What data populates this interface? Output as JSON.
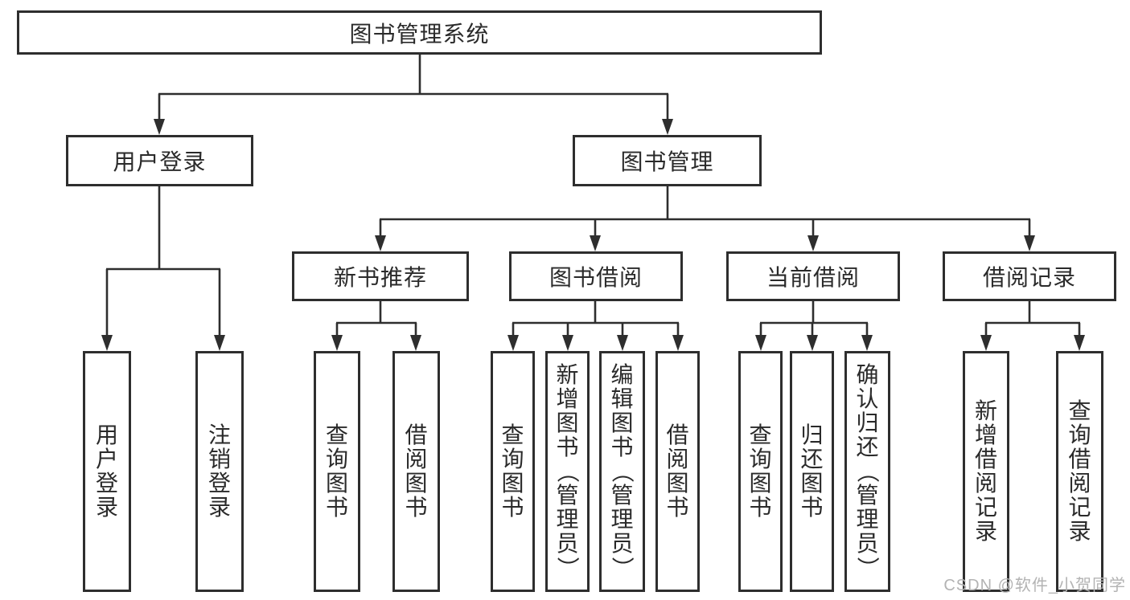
{
  "diagram": {
    "type": "hierarchy-tree",
    "title": "图书管理系统"
  },
  "tree": {
    "root": {
      "label": "图书管理系统"
    },
    "level2": [
      {
        "id": "user-login",
        "label": "用户登录"
      },
      {
        "id": "book-management",
        "label": "图书管理"
      }
    ],
    "level3": [
      {
        "id": "new-book-recommend",
        "parent": "book-management",
        "label": "新书推荐"
      },
      {
        "id": "book-borrow",
        "parent": "book-management",
        "label": "图书借阅"
      },
      {
        "id": "current-borrow",
        "parent": "book-management",
        "label": "当前借阅"
      },
      {
        "id": "borrow-record",
        "parent": "book-management",
        "label": "借阅记录"
      }
    ],
    "leaves": [
      {
        "parent": "user-login",
        "label": "用户登录"
      },
      {
        "parent": "user-login",
        "label": "注销登录"
      },
      {
        "parent": "new-book-recommend",
        "label": "查询图书"
      },
      {
        "parent": "new-book-recommend",
        "label": "借阅图书"
      },
      {
        "parent": "book-borrow",
        "label": "查询图书"
      },
      {
        "parent": "book-borrow",
        "label": "新增图书（管理员）"
      },
      {
        "parent": "book-borrow",
        "label": "编辑图书（管理员）"
      },
      {
        "parent": "book-borrow",
        "label": "借阅图书"
      },
      {
        "parent": "current-borrow",
        "label": "查询图书"
      },
      {
        "parent": "current-borrow",
        "label": "归还图书"
      },
      {
        "parent": "current-borrow",
        "label": "确认归还（管理员）"
      },
      {
        "parent": "borrow-record",
        "label": "新增借阅记录"
      },
      {
        "parent": "borrow-record",
        "label": "查询借阅记录"
      }
    ]
  },
  "watermark": {
    "text": "CSDN @软件_小贺同学"
  },
  "colors": {
    "line": "#2e2e2e",
    "text": "#2a2a2a",
    "background": "#ffffff",
    "watermark": "#b3b3b3"
  }
}
